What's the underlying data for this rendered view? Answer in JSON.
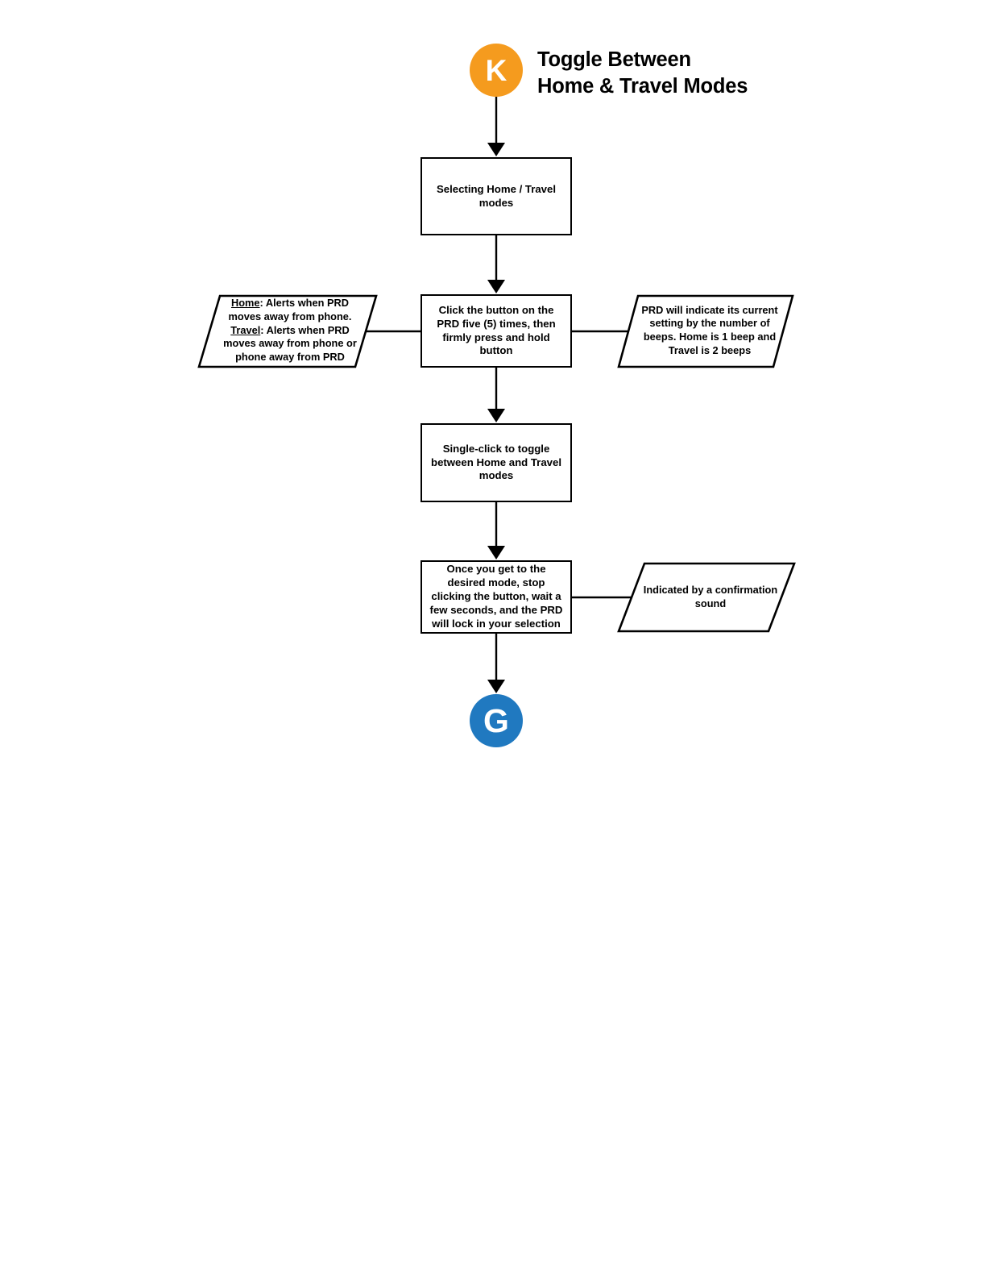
{
  "title": {
    "line1": "Toggle Between",
    "line2": "Home & Travel Modes"
  },
  "colors": {
    "start_circle": "#F59B1E",
    "end_circle": "#2079C0",
    "stroke": "#000000",
    "background": "#FFFFFF",
    "terminator_label": "#FFFFFF"
  },
  "terminators": {
    "start_label": "K",
    "end_label": "G"
  },
  "boxes": {
    "selecting": "Selecting Home / Travel modes",
    "click_five": "Click the button on the PRD five (5) times, then firmly press and hold button",
    "single_click": "Single-click to toggle between Home and Travel modes",
    "lock_in": "Once you get to the desired mode, stop clicking the button, wait a few seconds, and the PRD will lock in your selection"
  },
  "annotations": {
    "modes": {
      "home_label": "Home",
      "home_text": ": Alerts when PRD moves away from phone.",
      "travel_label": "Travel",
      "travel_text": ": Alerts when PRD moves away from phone or phone away from PRD"
    },
    "beeps": "PRD will indicate its current setting by the number of beeps. Home is 1 beep and Travel is 2 beeps",
    "confirm": "Indicated by a confirmation sound"
  },
  "flow": {
    "edges": [
      {
        "from": "start-node",
        "to": "box-selecting",
        "arrow": true
      },
      {
        "from": "box-selecting",
        "to": "box-click-five",
        "arrow": true
      },
      {
        "from": "anno-modes",
        "to": "box-click-five",
        "arrow": false
      },
      {
        "from": "box-click-five",
        "to": "anno-beeps",
        "arrow": false
      },
      {
        "from": "box-click-five",
        "to": "box-single-click",
        "arrow": true
      },
      {
        "from": "box-single-click",
        "to": "box-lock-in",
        "arrow": true
      },
      {
        "from": "box-lock-in",
        "to": "anno-confirm",
        "arrow": false
      },
      {
        "from": "box-lock-in",
        "to": "end-node",
        "arrow": true
      }
    ]
  }
}
